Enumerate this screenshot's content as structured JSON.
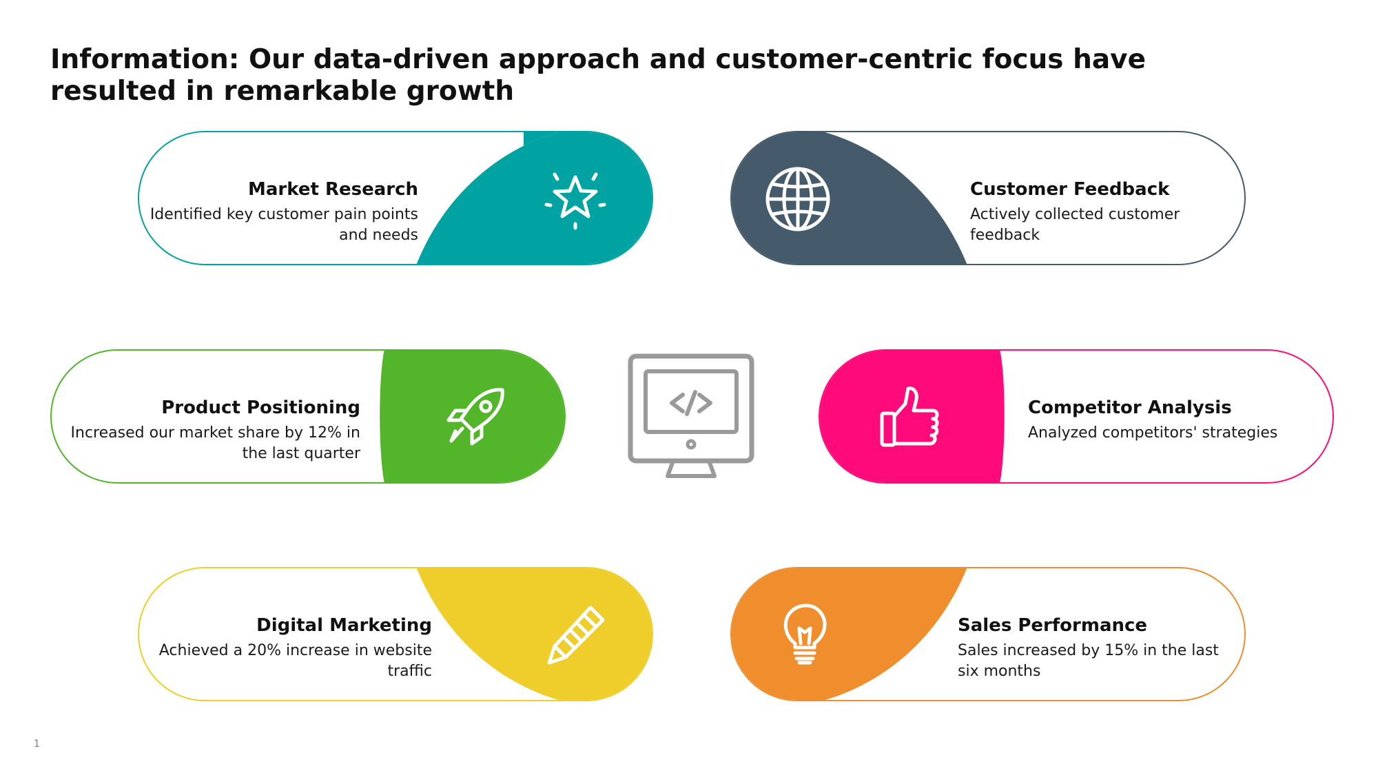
{
  "title": "Information: Our data-driven approach and customer-centric focus have resulted in remarkable growth",
  "page_number": "1",
  "center_icon": "code-monitor-icon",
  "cards": [
    {
      "id": "market-research",
      "title": "Market Research",
      "description": "Identified key customer pain points and needs",
      "color": "#00A3A1",
      "icon": "star-icon"
    },
    {
      "id": "customer-feedback",
      "title": "Customer Feedback",
      "description": "Actively collected customer feedback",
      "color": "#455A6B",
      "icon": "globe-icon"
    },
    {
      "id": "product-positioning",
      "title": "Product Positioning",
      "description": "Increased our market share by 12% in the last quarter",
      "color": "#52B52A",
      "icon": "rocket-icon"
    },
    {
      "id": "competitor-analysis",
      "title": "Competitor Analysis",
      "description": "Analyzed competitors' strategies",
      "color": "#FF0A7A",
      "icon": "thumbs-up-icon"
    },
    {
      "id": "digital-marketing",
      "title": "Digital Marketing",
      "description": "Achieved a 20% increase in website traffic",
      "color": "#EFCE2B",
      "icon": "pencil-icon"
    },
    {
      "id": "sales-performance",
      "title": "Sales Performance",
      "description": "Sales increased by 15% in the last six months",
      "color": "#F08D2C",
      "icon": "lightbulb-icon"
    }
  ]
}
